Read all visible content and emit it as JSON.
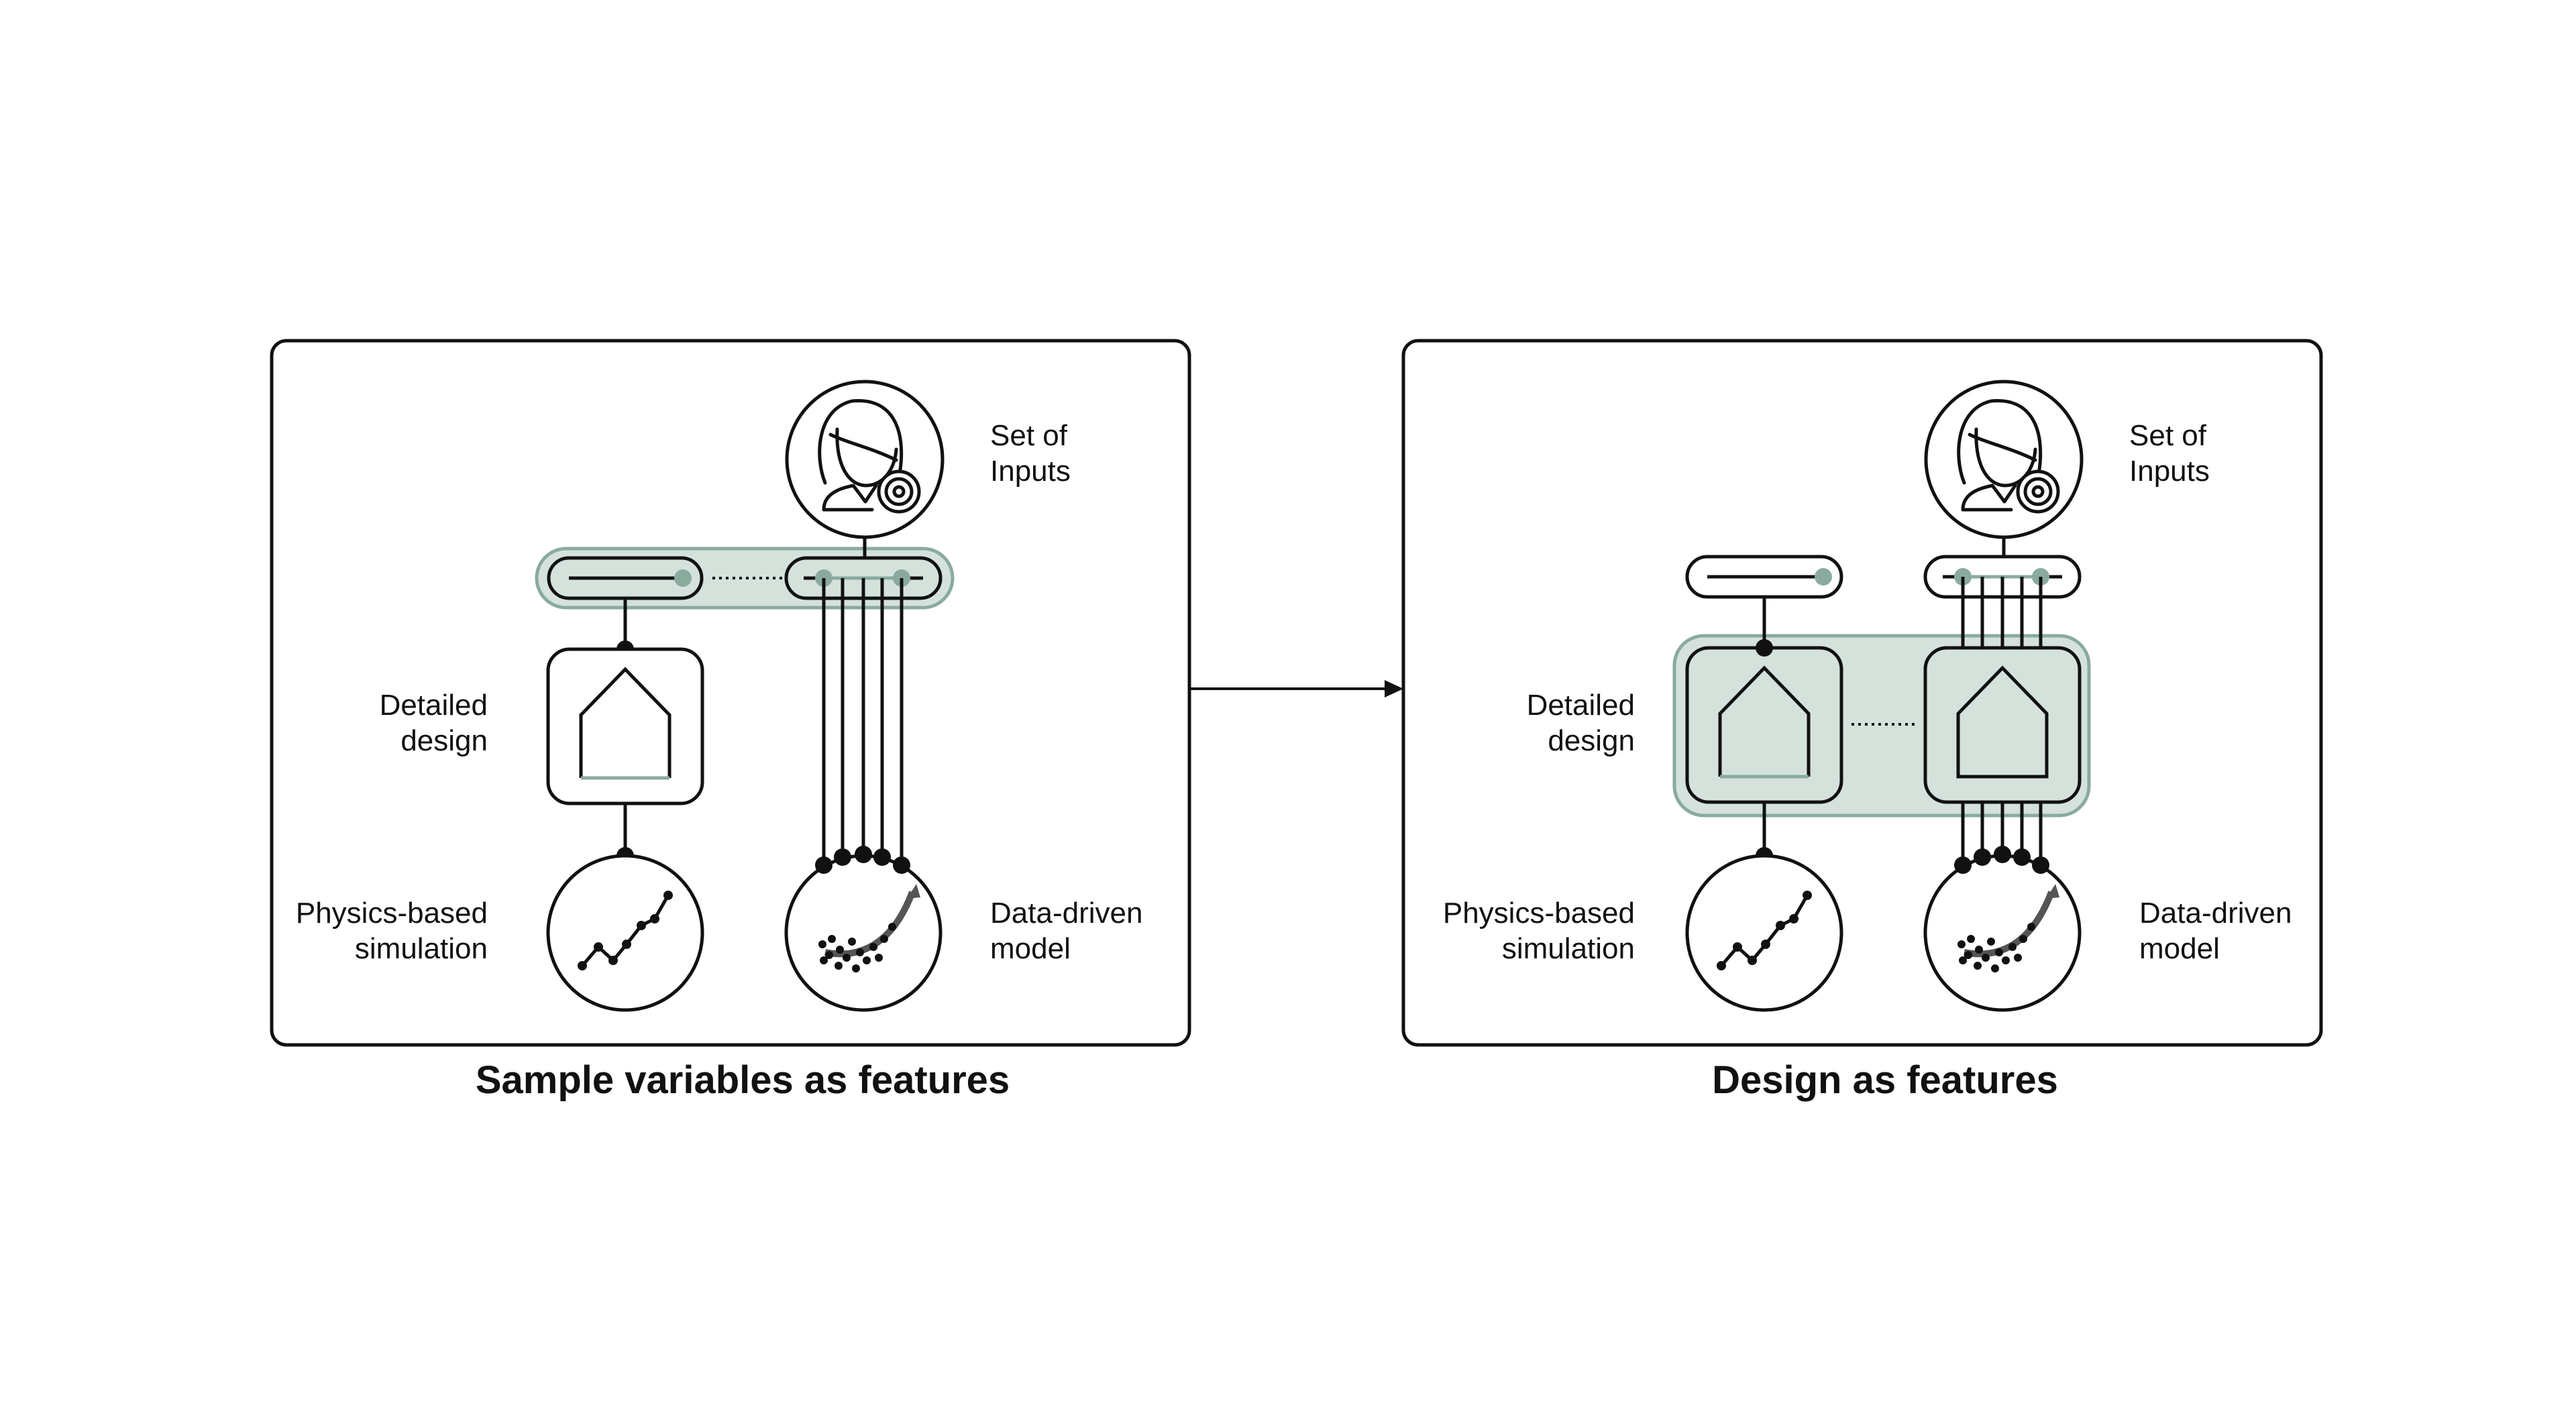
{
  "colors": {
    "ink": "#111111",
    "accent_fill": "#d5e2dc",
    "accent_stroke": "#8aaa9e",
    "accent_dot": "#8aaa9e",
    "background": "#ffffff"
  },
  "left_panel": {
    "caption": "Sample variables as features",
    "inputs_label": [
      "Set of",
      "Inputs"
    ],
    "design_label": [
      "Detailed",
      "design"
    ],
    "physics_label": [
      "Physics-based",
      "simulation"
    ],
    "data_label": [
      "Data-driven",
      "model"
    ]
  },
  "right_panel": {
    "caption": "Design as features",
    "inputs_label": [
      "Set of",
      "Inputs"
    ],
    "design_label": [
      "Detailed",
      "design"
    ],
    "physics_label": [
      "Physics-based",
      "simulation"
    ],
    "data_label": [
      "Data-driven",
      "model"
    ]
  },
  "icons": {
    "person": "person-with-settings-icon",
    "house": "house-outline-icon",
    "line_chart": "line-chart-icon",
    "scatter_fit": "scatter-fit-icon",
    "slider": "slider-icon",
    "arrow": "arrow-right-icon"
  }
}
